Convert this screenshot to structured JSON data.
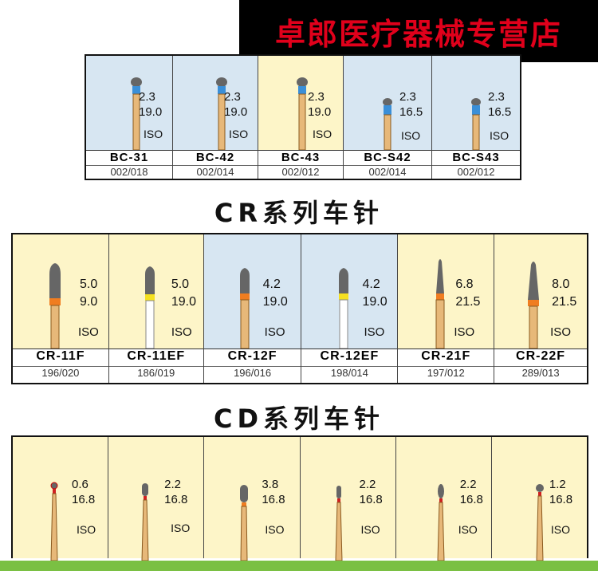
{
  "banner": "卓郎医疗器械专营店",
  "bc": {
    "title": "BC",
    "items": [
      {
        "d": "2.3",
        "l": "19.0",
        "iso": "ISO",
        "name": "BC-31",
        "code": "002/018",
        "bg": "#d7e6f2"
      },
      {
        "d": "2.3",
        "l": "19.0",
        "iso": "ISO",
        "name": "BC-42",
        "code": "002/014",
        "bg": "#d7e6f2"
      },
      {
        "d": "2.3",
        "l": "19.0",
        "iso": "ISO",
        "name": "BC-43",
        "code": "002/012",
        "bg": "#fdf5c8"
      },
      {
        "d": "2.3",
        "l": "16.5",
        "iso": "ISO",
        "name": "BC-S42",
        "code": "002/014",
        "bg": "#d7e6f2"
      },
      {
        "d": "2.3",
        "l": "16.5",
        "iso": "ISO",
        "name": "BC-S43",
        "code": "002/012",
        "bg": "#d7e6f2"
      }
    ]
  },
  "cr": {
    "title": "CR系列车针",
    "items": [
      {
        "d": "5.0",
        "l": "9.0",
        "iso": "ISO",
        "name": "CR-11F",
        "code": "196/020",
        "bg": "#fdf5c8",
        "ring": "#f07d20"
      },
      {
        "d": "5.0",
        "l": "19.0",
        "iso": "ISO",
        "name": "CR-11EF",
        "code": "186/019",
        "bg": "#fdf5c8",
        "ring": "#f5e020"
      },
      {
        "d": "4.2",
        "l": "19.0",
        "iso": "ISO",
        "name": "CR-12F",
        "code": "196/016",
        "bg": "#d7e6f2",
        "ring": "#f07d20"
      },
      {
        "d": "4.2",
        "l": "19.0",
        "iso": "ISO",
        "name": "CR-12EF",
        "code": "198/014",
        "bg": "#d7e6f2",
        "ring": "#f5e020"
      },
      {
        "d": "6.8",
        "l": "21.5",
        "iso": "ISO",
        "name": "CR-21F",
        "code": "197/012",
        "bg": "#fdf5c8",
        "ring": "#f07d20"
      },
      {
        "d": "8.0",
        "l": "21.5",
        "iso": "ISO",
        "name": "CR-22F",
        "code": "289/013",
        "bg": "#fdf5c8",
        "ring": "#f07d20"
      }
    ]
  },
  "cd": {
    "title": "CD系列车针",
    "items": [
      {
        "d": "0.6",
        "l": "16.8",
        "iso": "ISO"
      },
      {
        "d": "2.2",
        "l": "16.8",
        "iso": "ISO"
      },
      {
        "d": "3.8",
        "l": "16.8",
        "iso": "ISO"
      },
      {
        "d": "2.2",
        "l": "16.8",
        "iso": "ISO"
      },
      {
        "d": "2.2",
        "l": "16.8",
        "iso": "ISO"
      },
      {
        "d": "1.2",
        "l": "16.8",
        "iso": "ISO"
      }
    ]
  }
}
